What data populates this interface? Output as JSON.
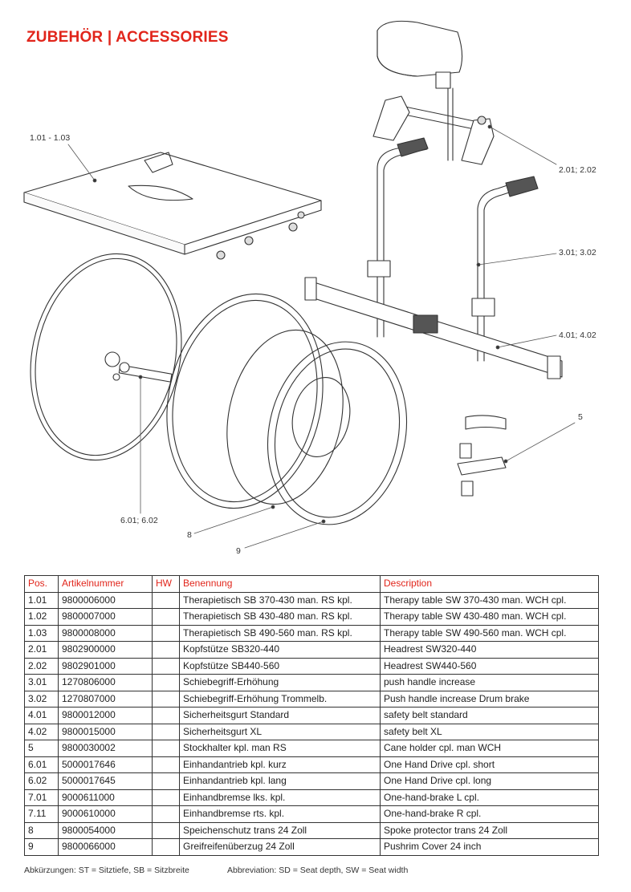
{
  "title": "ZUBEHÖR  |  ACCESSORIES",
  "callouts": {
    "c1": "1.01 - 1.03",
    "c2": "2.01; 2.02",
    "c3": "3.01; 3.02",
    "c4": "4.01; 4.02",
    "c5": "5",
    "c6": "6.01; 6.02",
    "c8": "8",
    "c9": "9"
  },
  "table": {
    "headers": [
      "Pos.",
      "Artikelnummer",
      "HW",
      "Benennung",
      "Description"
    ],
    "rows": [
      [
        "1.01",
        "9800006000",
        "",
        "Therapietisch SB 370-430 man. RS kpl.",
        "Therapy table SW 370-430 man. WCH cpl."
      ],
      [
        "1.02",
        "9800007000",
        "",
        "Therapietisch SB 430-480 man. RS kpl.",
        "Therapy table SW 430-480 man. WCH cpl."
      ],
      [
        "1.03",
        "9800008000",
        "",
        "Therapietisch SB 490-560 man. RS kpl.",
        "Therapy table SW 490-560 man. WCH cpl."
      ],
      [
        "2.01",
        "9802900000",
        "",
        "Kopfstütze SB320-440",
        "Headrest SW320-440"
      ],
      [
        "2.02",
        "9802901000",
        "",
        "Kopfstütze SB440-560",
        "Headrest SW440-560"
      ],
      [
        "3.01",
        "1270806000",
        "",
        "Schiebegriff-Erhöhung",
        "push handle increase"
      ],
      [
        "3.02",
        "1270807000",
        "",
        "Schiebegriff-Erhöhung Trommelb.",
        "Push handle increase Drum brake"
      ],
      [
        "4.01",
        "9800012000",
        "",
        "Sicherheitsgurt Standard",
        "safety belt standard"
      ],
      [
        "4.02",
        "9800015000",
        "",
        "Sicherheitsgurt XL",
        "safety belt XL"
      ],
      [
        "5",
        "9800030002",
        "",
        "Stockhalter kpl. man RS",
        "Cane holder cpl. man WCH"
      ],
      [
        "6.01",
        "5000017646",
        "",
        "Einhandantrieb kpl. kurz",
        "One Hand Drive cpl. short"
      ],
      [
        "6.02",
        "5000017645",
        "",
        "Einhandantrieb kpl. lang",
        "One Hand Drive cpl. long"
      ],
      [
        "7.01",
        "9000611000",
        "",
        "Einhandbremse lks. kpl.",
        "One-hand-brake L cpl."
      ],
      [
        "7.11",
        "9000610000",
        "",
        "Einhandbremse rts. kpl.",
        "One-hand-brake R cpl."
      ],
      [
        "8",
        "9800054000",
        "",
        "Speichenschutz trans 24 Zoll",
        "Spoke protector trans 24 Zoll"
      ],
      [
        "9",
        "9800066000",
        "",
        "Greifreifenüberzug 24 Zoll",
        "Pushrim Cover 24 inch"
      ]
    ]
  },
  "footer": {
    "left": "Abkürzungen: ST = Sitztiefe, SB = Sitzbreite",
    "right": "Abbreviation: SD = Seat depth, SW = Seat width"
  },
  "colors": {
    "accent": "#e1251b",
    "line": "#333333"
  }
}
